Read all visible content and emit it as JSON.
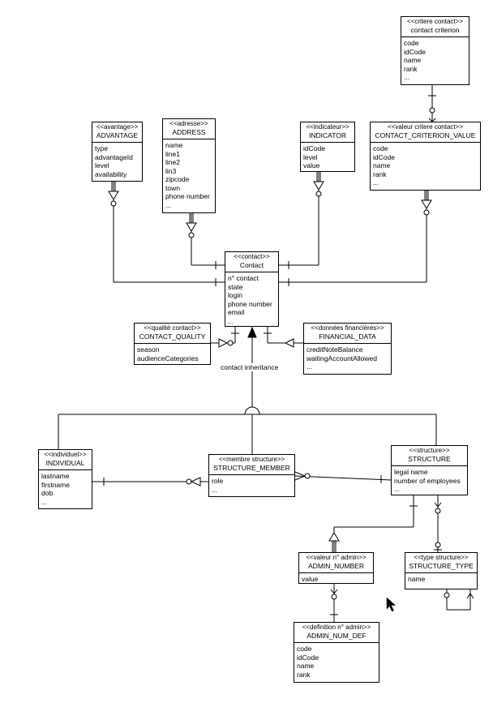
{
  "entities": {
    "contact_criterion": {
      "stereotype": "<<critere contact>>",
      "name": "contact criterion",
      "attrs": [
        "code",
        "idCode",
        "name",
        "rank",
        "..."
      ]
    },
    "contact_criterion_value": {
      "stereotype": "<<valeur critere contact>>",
      "name": "CONTACT_CRITERION_VALUE",
      "attrs": [
        "code",
        "idCode",
        "name",
        "rank",
        "..."
      ]
    },
    "advantage": {
      "stereotype": "<<avantage>>",
      "name": "ADVANTAGE",
      "attrs": [
        "type",
        "advantageId",
        "level",
        "availability"
      ]
    },
    "address": {
      "stereotype": "<<adresse>>",
      "name": "ADDRESS",
      "attrs": [
        "name",
        "line1",
        "line2",
        "lin3",
        "zipcode",
        "town",
        "phone number",
        "..."
      ]
    },
    "indicator": {
      "stereotype": "<<indicateur>>",
      "name": "INDICATOR",
      "attrs": [
        "idCode",
        "level",
        "value"
      ]
    },
    "contact": {
      "stereotype": "<<contact>>",
      "name": "Contact",
      "attrs": [
        "n° contact",
        "state",
        "login",
        "phone number",
        "email",
        "..."
      ]
    },
    "contact_quality": {
      "stereotype": "<<qualité contact>>",
      "name": "CONTACT_QUALITY",
      "attrs": [
        "season",
        "audienceCategories"
      ]
    },
    "financial_data": {
      "stereotype": "<<données financières>>",
      "name": "FINANCIAL_DATA",
      "attrs": [
        "creditNoteBalance",
        "waitingAccountAllowed",
        "..."
      ]
    },
    "individual": {
      "stereotype": "<<individuel>>",
      "name": "INDIVIDUAL",
      "attrs": [
        "lastname",
        "firstname",
        "dob",
        "..."
      ]
    },
    "structure_member": {
      "stereotype": "<<membre structure>>",
      "name": "STRUCTURE_MEMBER",
      "attrs": [
        "role",
        "..."
      ]
    },
    "structure": {
      "stereotype": "<<structure>>",
      "name": "STRUCTURE",
      "attrs": [
        "legal name",
        "number of employees",
        "..."
      ]
    },
    "admin_number": {
      "stereotype": "<<valeur n° admin>>",
      "name": "ADMIN_NUMBER",
      "attrs": [
        "value"
      ]
    },
    "structure_type": {
      "stereotype": "<<type structure>>",
      "name": "STRUCTURE_TYPE",
      "attrs": [
        "name"
      ]
    },
    "admin_num_def": {
      "stereotype": "<<definition n° admin>>",
      "name": "ADMIN_NUM_DEF",
      "attrs": [
        "code",
        "idCode",
        "name",
        "rank"
      ]
    }
  },
  "labels": {
    "inheritance": "contact inheritance"
  }
}
